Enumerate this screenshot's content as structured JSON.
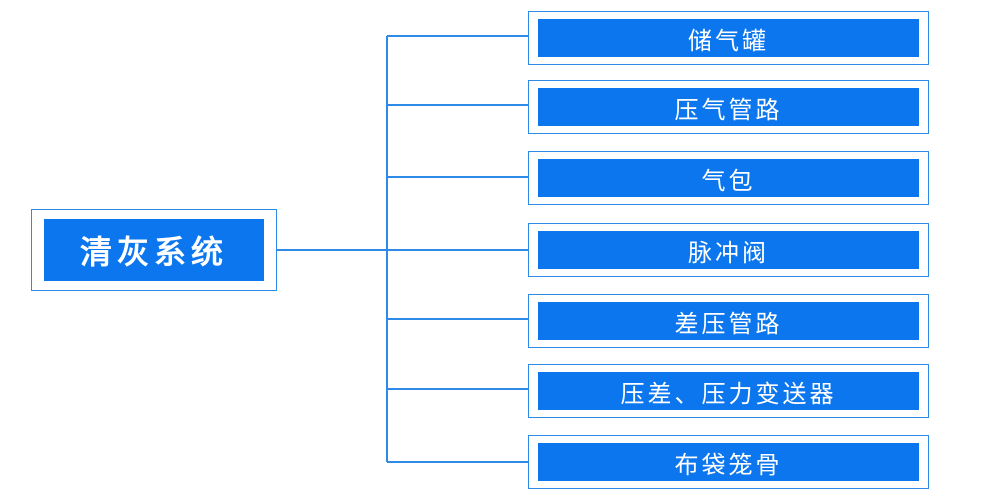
{
  "root": {
    "label": "清灰系统"
  },
  "children": [
    {
      "label": "储气罐"
    },
    {
      "label": "压气管路"
    },
    {
      "label": "气包"
    },
    {
      "label": "脉冲阀"
    },
    {
      "label": "差压管路"
    },
    {
      "label": "压差、压力变送器"
    },
    {
      "label": "布袋笼骨"
    }
  ],
  "colors": {
    "box_fill": "#0b76ee",
    "frame_border": "#2d8ae6",
    "connector": "#2d8ae6",
    "label_text": "#ffffff"
  }
}
